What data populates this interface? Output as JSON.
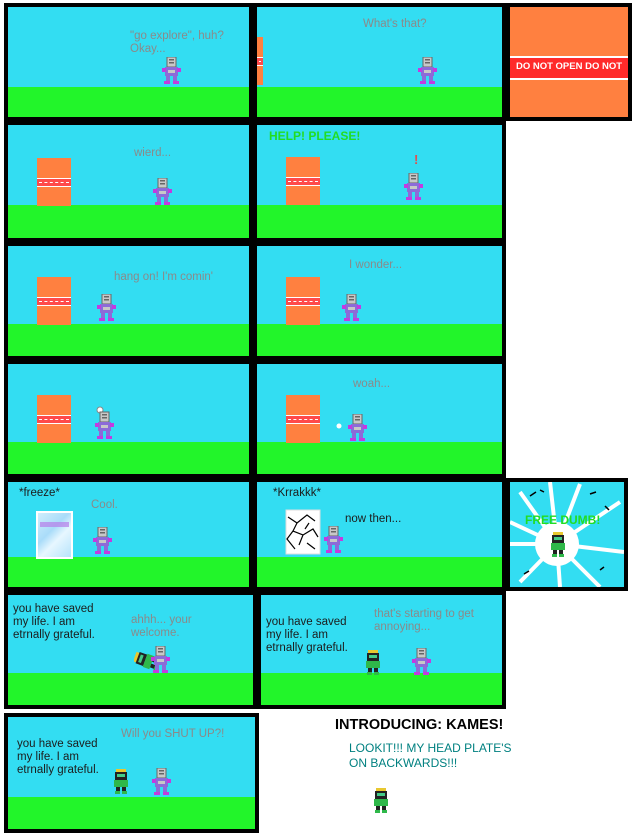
{
  "colors": {
    "sky": "#33ddf2",
    "grass": "#22f52a",
    "door": "#ff8040",
    "warning_red": "#ff2a2a",
    "speech_gray": "#8a8a8a",
    "help_green": "#22dd22",
    "kames_green": "#008080"
  },
  "panel1": {
    "speech": "\"go explore\", huh?\nOkay..."
  },
  "panel2": {
    "speech": "What's that?"
  },
  "panel3": {
    "sign": "DO NOT OPEN DO NOT"
  },
  "panel4": {
    "speech": "wierd..."
  },
  "panel5": {
    "shout": "HELP! PLEASE!",
    "exclaim": "!"
  },
  "panel6": {
    "speech": "hang on! I'm comin'"
  },
  "panel7": {
    "speech": "I wonder..."
  },
  "panel9": {
    "speech": "woah..."
  },
  "panel10": {
    "sfx": "*freeze*",
    "speech": "Cool."
  },
  "panel11": {
    "sfx": "*Krrakkk*",
    "speech": "now then..."
  },
  "panel12": {
    "shout": "FREE DUMB!"
  },
  "panel13": {
    "speech_kames": "you have saved\nmy life. I am\netrnally grateful.",
    "speech_robot": "ahhh... your\nwelcome."
  },
  "panel14": {
    "speech_kames": "you have saved\nmy life. I am\netrnally grateful.",
    "speech_robot": "that's starting to get\nannoying..."
  },
  "panel15": {
    "speech_kames": "you have saved\nmy life. I am\netrnally grateful.",
    "speech_robot": "Will you SHUT UP?!"
  },
  "intro": {
    "title": "INTRODUCING: KAMES!",
    "caption": "LOOKIT!!! MY HEAD PLATE'S\nON BACKWARDS!!!"
  }
}
